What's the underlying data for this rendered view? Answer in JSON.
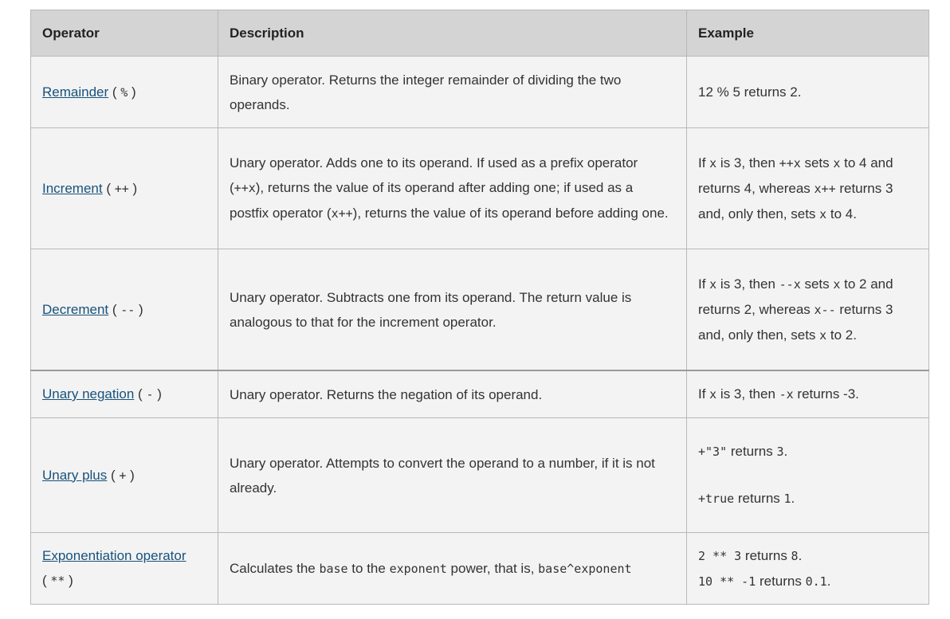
{
  "headers": {
    "operator": "Operator",
    "description": "Description",
    "example": "Example"
  },
  "rows": [
    {
      "name": "Remainder",
      "symbol": "%",
      "description": "Binary operator. Returns the integer remainder of dividing the two operands.",
      "example": "12 % 5 returns 2."
    },
    {
      "name": "Increment",
      "symbol": "++",
      "description": {
        "t1": "Unary operator. Adds one to its operand. If used as a prefix operator (",
        "c1": "++x",
        "t2": "), returns the value of its operand after adding one; if used as a postfix operator (",
        "c2": "x++",
        "t3": "), returns the value of its operand before adding one."
      },
      "example": {
        "t1": "If ",
        "c1": "x",
        "t2": " is 3, then ",
        "c2": "++x",
        "t3": " sets ",
        "c3": "x",
        "t4": " to 4 and returns 4, whereas ",
        "c4": "x++",
        "t5": " returns 3 and, only then, sets ",
        "c5": "x",
        "t6": " to 4."
      }
    },
    {
      "name": "Decrement",
      "symbol": "--",
      "description": "Unary operator. Subtracts one from its operand. The return value is analogous to that for the increment operator.",
      "example": {
        "t1": "If ",
        "c1": "x",
        "t2": " is 3, then ",
        "c2": "--x",
        "t3": " sets ",
        "c3": "x",
        "t4": " to 2 and returns 2, whereas ",
        "c4": "x--",
        "t5": " returns 3 and, only then, sets ",
        "c5": "x",
        "t6": " to 2."
      }
    },
    {
      "name": "Unary negation",
      "symbol": "-",
      "description": "Unary operator. Returns the negation of its operand.",
      "example": {
        "t1": "If ",
        "c1": "x",
        "t2": " is 3, then ",
        "c2": "-x",
        "t3": " returns -3."
      }
    },
    {
      "name": "Unary plus",
      "symbol": "+",
      "description": "Unary operator. Attempts to convert the operand to a number, if it is not already.",
      "example": {
        "c1": "+\"3\"",
        "t1": " returns ",
        "c2": "3",
        "t2": ".",
        "c3": "+true",
        "t3": " returns ",
        "c4": "1",
        "t4": "."
      }
    },
    {
      "name": "Exponentiation operator",
      "symbol": "**",
      "description": {
        "t1": "Calculates the ",
        "c1": "base",
        "t2": " to the ",
        "c2": "exponent",
        "t3": " power, that is, ",
        "c3": "base^exponent"
      },
      "example": {
        "c1": "2 ** 3",
        "t1": " returns ",
        "c2": "8",
        "t2": ".",
        "c3": "10 ** -1",
        "t3": " returns ",
        "c4": "0.1",
        "t4": "."
      }
    }
  ]
}
